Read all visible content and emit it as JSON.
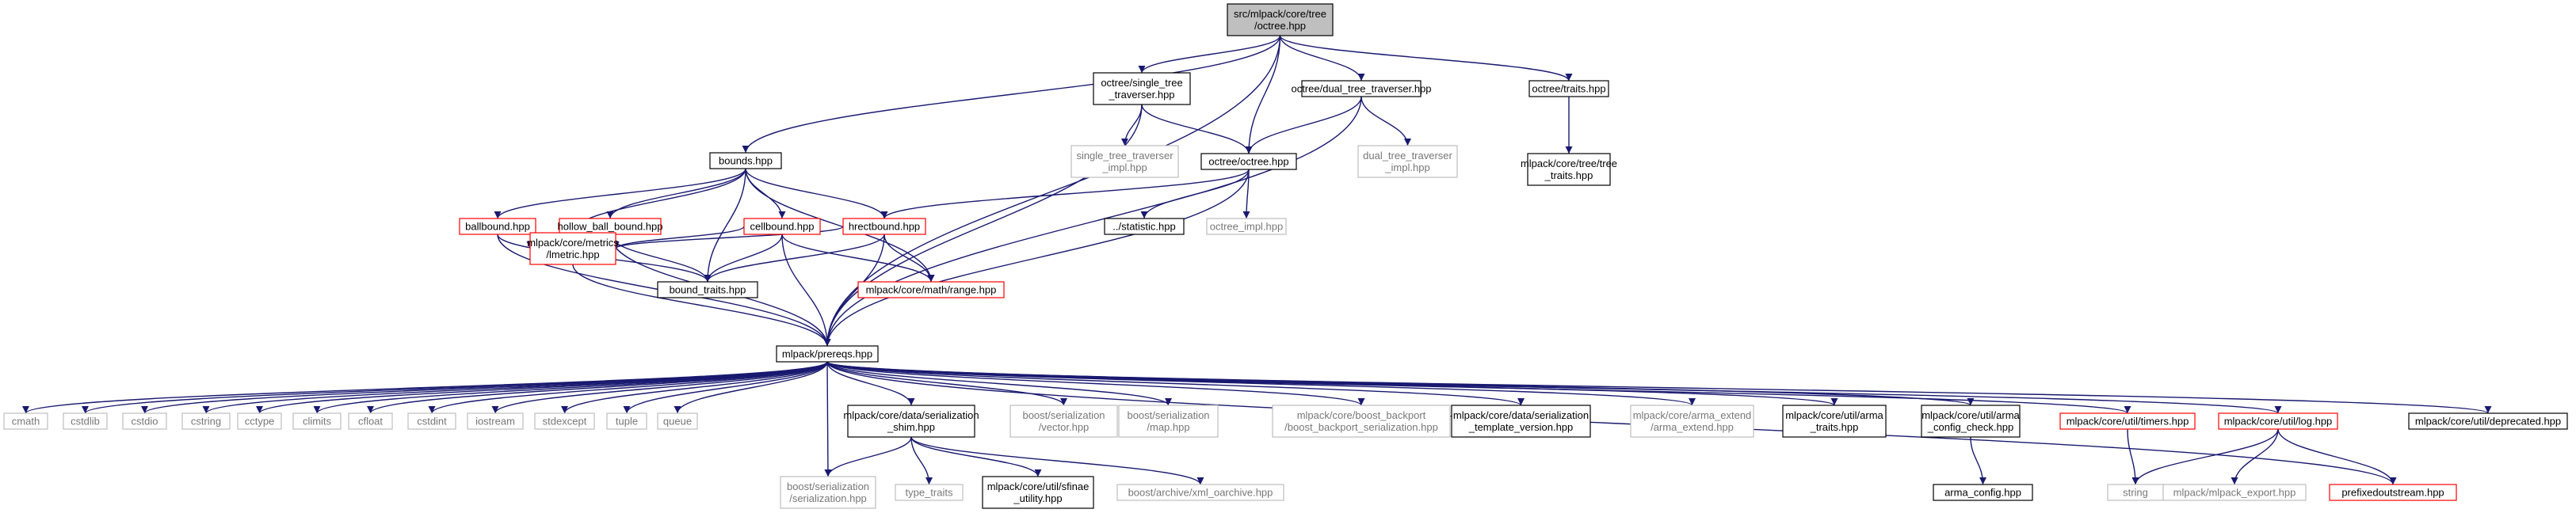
{
  "colors": {
    "edge": "#191970",
    "border_normal": "#000000",
    "border_missing": "#bfbfbf",
    "border_truncated": "#ff0000",
    "fill_root": "#bfbfbf",
    "fill_normal": "#ffffff",
    "text_normal": "#000000",
    "text_missing": "#777777"
  },
  "nodes": [
    {
      "id": "root",
      "lines": [
        "src/mlpack/core/tree",
        "/octree.hpp"
      ],
      "kind": "root"
    },
    {
      "id": "bounds",
      "lines": [
        "bounds.hpp"
      ],
      "kind": "normal"
    },
    {
      "id": "single_trav",
      "lines": [
        "octree/single_tree",
        "_traverser.hpp"
      ],
      "kind": "normal"
    },
    {
      "id": "dual_trav",
      "lines": [
        "octree/dual_tree_traverser.hpp"
      ],
      "kind": "normal"
    },
    {
      "id": "traits",
      "lines": [
        "octree/traits.hpp"
      ],
      "kind": "normal"
    },
    {
      "id": "tree_traits",
      "lines": [
        "mlpack/core/tree/tree",
        "_traits.hpp"
      ],
      "kind": "normal"
    },
    {
      "id": "single_impl",
      "lines": [
        "single_tree_traverser",
        "_impl.hpp"
      ],
      "kind": "missing"
    },
    {
      "id": "octree_oct",
      "lines": [
        "octree/octree.hpp"
      ],
      "kind": "normal"
    },
    {
      "id": "dual_impl",
      "lines": [
        "dual_tree_traverser",
        "_impl.hpp"
      ],
      "kind": "missing"
    },
    {
      "id": "ballbound",
      "lines": [
        "ballbound.hpp"
      ],
      "kind": "truncated"
    },
    {
      "id": "hollow",
      "lines": [
        "hollow_ball_bound.hpp"
      ],
      "kind": "truncated"
    },
    {
      "id": "cellbound",
      "lines": [
        "cellbound.hpp"
      ],
      "kind": "truncated"
    },
    {
      "id": "hrect",
      "lines": [
        "hrectbound.hpp"
      ],
      "kind": "truncated"
    },
    {
      "id": "statistic",
      "lines": [
        "../statistic.hpp"
      ],
      "kind": "normal"
    },
    {
      "id": "octree_impl",
      "lines": [
        "octree_impl.hpp"
      ],
      "kind": "missing"
    },
    {
      "id": "lmetric",
      "lines": [
        "mlpack/core/metrics",
        "/lmetric.hpp"
      ],
      "kind": "truncated"
    },
    {
      "id": "bound_traits",
      "lines": [
        "bound_traits.hpp"
      ],
      "kind": "normal"
    },
    {
      "id": "range",
      "lines": [
        "mlpack/core/math/range.hpp"
      ],
      "kind": "truncated"
    },
    {
      "id": "prereqs",
      "lines": [
        "mlpack/prereqs.hpp"
      ],
      "kind": "normal"
    },
    {
      "id": "cmath",
      "lines": [
        "cmath"
      ],
      "kind": "missing"
    },
    {
      "id": "cstdlib",
      "lines": [
        "cstdlib"
      ],
      "kind": "missing"
    },
    {
      "id": "cstdio",
      "lines": [
        "cstdio"
      ],
      "kind": "missing"
    },
    {
      "id": "cstring",
      "lines": [
        "cstring"
      ],
      "kind": "missing"
    },
    {
      "id": "cctype",
      "lines": [
        "cctype"
      ],
      "kind": "missing"
    },
    {
      "id": "climits",
      "lines": [
        "climits"
      ],
      "kind": "missing"
    },
    {
      "id": "cfloat",
      "lines": [
        "cfloat"
      ],
      "kind": "missing"
    },
    {
      "id": "cstdint",
      "lines": [
        "cstdint"
      ],
      "kind": "missing"
    },
    {
      "id": "iostream",
      "lines": [
        "iostream"
      ],
      "kind": "missing"
    },
    {
      "id": "stdexcept",
      "lines": [
        "stdexcept"
      ],
      "kind": "missing"
    },
    {
      "id": "tuple",
      "lines": [
        "tuple"
      ],
      "kind": "missing"
    },
    {
      "id": "queue",
      "lines": [
        "queue"
      ],
      "kind": "missing"
    },
    {
      "id": "shim",
      "lines": [
        "mlpack/core/data/serialization",
        "_shim.hpp"
      ],
      "kind": "normal"
    },
    {
      "id": "boost_vector",
      "lines": [
        "boost/serialization",
        "/vector.hpp"
      ],
      "kind": "missing"
    },
    {
      "id": "boost_map",
      "lines": [
        "boost/serialization",
        "/map.hpp"
      ],
      "kind": "missing"
    },
    {
      "id": "backport",
      "lines": [
        "mlpack/core/boost_backport",
        "/boost_backport_serialization.hpp"
      ],
      "kind": "missing"
    },
    {
      "id": "template_ver",
      "lines": [
        "mlpack/core/data/serialization",
        "_template_version.hpp"
      ],
      "kind": "normal"
    },
    {
      "id": "arma_extend",
      "lines": [
        "mlpack/core/arma_extend",
        "/arma_extend.hpp"
      ],
      "kind": "missing"
    },
    {
      "id": "arma_traits",
      "lines": [
        "mlpack/core/util/arma",
        "_traits.hpp"
      ],
      "kind": "normal"
    },
    {
      "id": "arma_check",
      "lines": [
        "mlpack/core/util/arma",
        "_config_check.hpp"
      ],
      "kind": "normal"
    },
    {
      "id": "timers",
      "lines": [
        "mlpack/core/util/timers.hpp"
      ],
      "kind": "truncated"
    },
    {
      "id": "log",
      "lines": [
        "mlpack/core/util/log.hpp"
      ],
      "kind": "truncated"
    },
    {
      "id": "deprecated",
      "lines": [
        "mlpack/core/util/deprecated.hpp"
      ],
      "kind": "normal"
    },
    {
      "id": "boost_ser",
      "lines": [
        "boost/serialization",
        "/serialization.hpp"
      ],
      "kind": "missing"
    },
    {
      "id": "type_traits",
      "lines": [
        "type_traits"
      ],
      "kind": "missing"
    },
    {
      "id": "sfinae",
      "lines": [
        "mlpack/core/util/sfinae",
        "_utility.hpp"
      ],
      "kind": "normal"
    },
    {
      "id": "xml_oarchive",
      "lines": [
        "boost/archive/xml_oarchive.hpp"
      ],
      "kind": "missing"
    },
    {
      "id": "arma_config",
      "lines": [
        "arma_config.hpp"
      ],
      "kind": "normal"
    },
    {
      "id": "string",
      "lines": [
        "string"
      ],
      "kind": "missing"
    },
    {
      "id": "mlpack_export",
      "lines": [
        "mlpack/mlpack_export.hpp"
      ],
      "kind": "missing"
    },
    {
      "id": "prefixed",
      "lines": [
        "prefixedoutstream.hpp"
      ],
      "kind": "truncated"
    }
  ],
  "edges": [
    [
      "root",
      "bounds"
    ],
    [
      "root",
      "single_trav"
    ],
    [
      "root",
      "dual_trav"
    ],
    [
      "root",
      "traits"
    ],
    [
      "root",
      "octree_oct"
    ],
    [
      "root",
      "prereqs"
    ],
    [
      "traits",
      "tree_traits"
    ],
    [
      "single_trav",
      "single_impl"
    ],
    [
      "single_trav",
      "octree_oct"
    ],
    [
      "single_trav",
      "prereqs"
    ],
    [
      "dual_trav",
      "dual_impl"
    ],
    [
      "dual_trav",
      "octree_oct"
    ],
    [
      "dual_trav",
      "prereqs"
    ],
    [
      "octree_oct",
      "hrect"
    ],
    [
      "octree_oct",
      "statistic"
    ],
    [
      "octree_oct",
      "octree_impl"
    ],
    [
      "octree_oct",
      "prereqs"
    ],
    [
      "bounds",
      "ballbound"
    ],
    [
      "bounds",
      "hollow"
    ],
    [
      "bounds",
      "cellbound"
    ],
    [
      "bounds",
      "hrect"
    ],
    [
      "bounds",
      "lmetric"
    ],
    [
      "bounds",
      "bound_traits"
    ],
    [
      "bounds",
      "range"
    ],
    [
      "ballbound",
      "lmetric"
    ],
    [
      "ballbound",
      "bound_traits"
    ],
    [
      "ballbound",
      "prereqs"
    ],
    [
      "hollow",
      "lmetric"
    ],
    [
      "hollow",
      "bound_traits"
    ],
    [
      "hollow",
      "prereqs"
    ],
    [
      "cellbound",
      "lmetric"
    ],
    [
      "cellbound",
      "bound_traits"
    ],
    [
      "cellbound",
      "range"
    ],
    [
      "cellbound",
      "prereqs"
    ],
    [
      "hrect",
      "lmetric"
    ],
    [
      "hrect",
      "bound_traits"
    ],
    [
      "hrect",
      "range"
    ],
    [
      "hrect",
      "prereqs"
    ],
    [
      "lmetric",
      "prereqs"
    ],
    [
      "prereqs",
      "cmath"
    ],
    [
      "prereqs",
      "cstdlib"
    ],
    [
      "prereqs",
      "cstdio"
    ],
    [
      "prereqs",
      "cstring"
    ],
    [
      "prereqs",
      "cctype"
    ],
    [
      "prereqs",
      "climits"
    ],
    [
      "prereqs",
      "cfloat"
    ],
    [
      "prereqs",
      "cstdint"
    ],
    [
      "prereqs",
      "iostream"
    ],
    [
      "prereqs",
      "stdexcept"
    ],
    [
      "prereqs",
      "tuple"
    ],
    [
      "prereqs",
      "queue"
    ],
    [
      "prereqs",
      "shim"
    ],
    [
      "prereqs",
      "boost_vector"
    ],
    [
      "prereqs",
      "boost_map"
    ],
    [
      "prereqs",
      "backport"
    ],
    [
      "prereqs",
      "template_ver"
    ],
    [
      "prereqs",
      "arma_extend"
    ],
    [
      "prereqs",
      "arma_traits"
    ],
    [
      "prereqs",
      "arma_check"
    ],
    [
      "prereqs",
      "timers"
    ],
    [
      "prereqs",
      "log"
    ],
    [
      "prereqs",
      "deprecated"
    ],
    [
      "prereqs",
      "boost_ser"
    ],
    [
      "prereqs",
      "prefixed"
    ],
    [
      "shim",
      "boost_ser"
    ],
    [
      "shim",
      "type_traits"
    ],
    [
      "shim",
      "sfinae"
    ],
    [
      "shim",
      "xml_oarchive"
    ],
    [
      "arma_check",
      "arma_config"
    ],
    [
      "timers",
      "string"
    ],
    [
      "log",
      "string"
    ],
    [
      "log",
      "mlpack_export"
    ],
    [
      "log",
      "prefixed"
    ]
  ]
}
